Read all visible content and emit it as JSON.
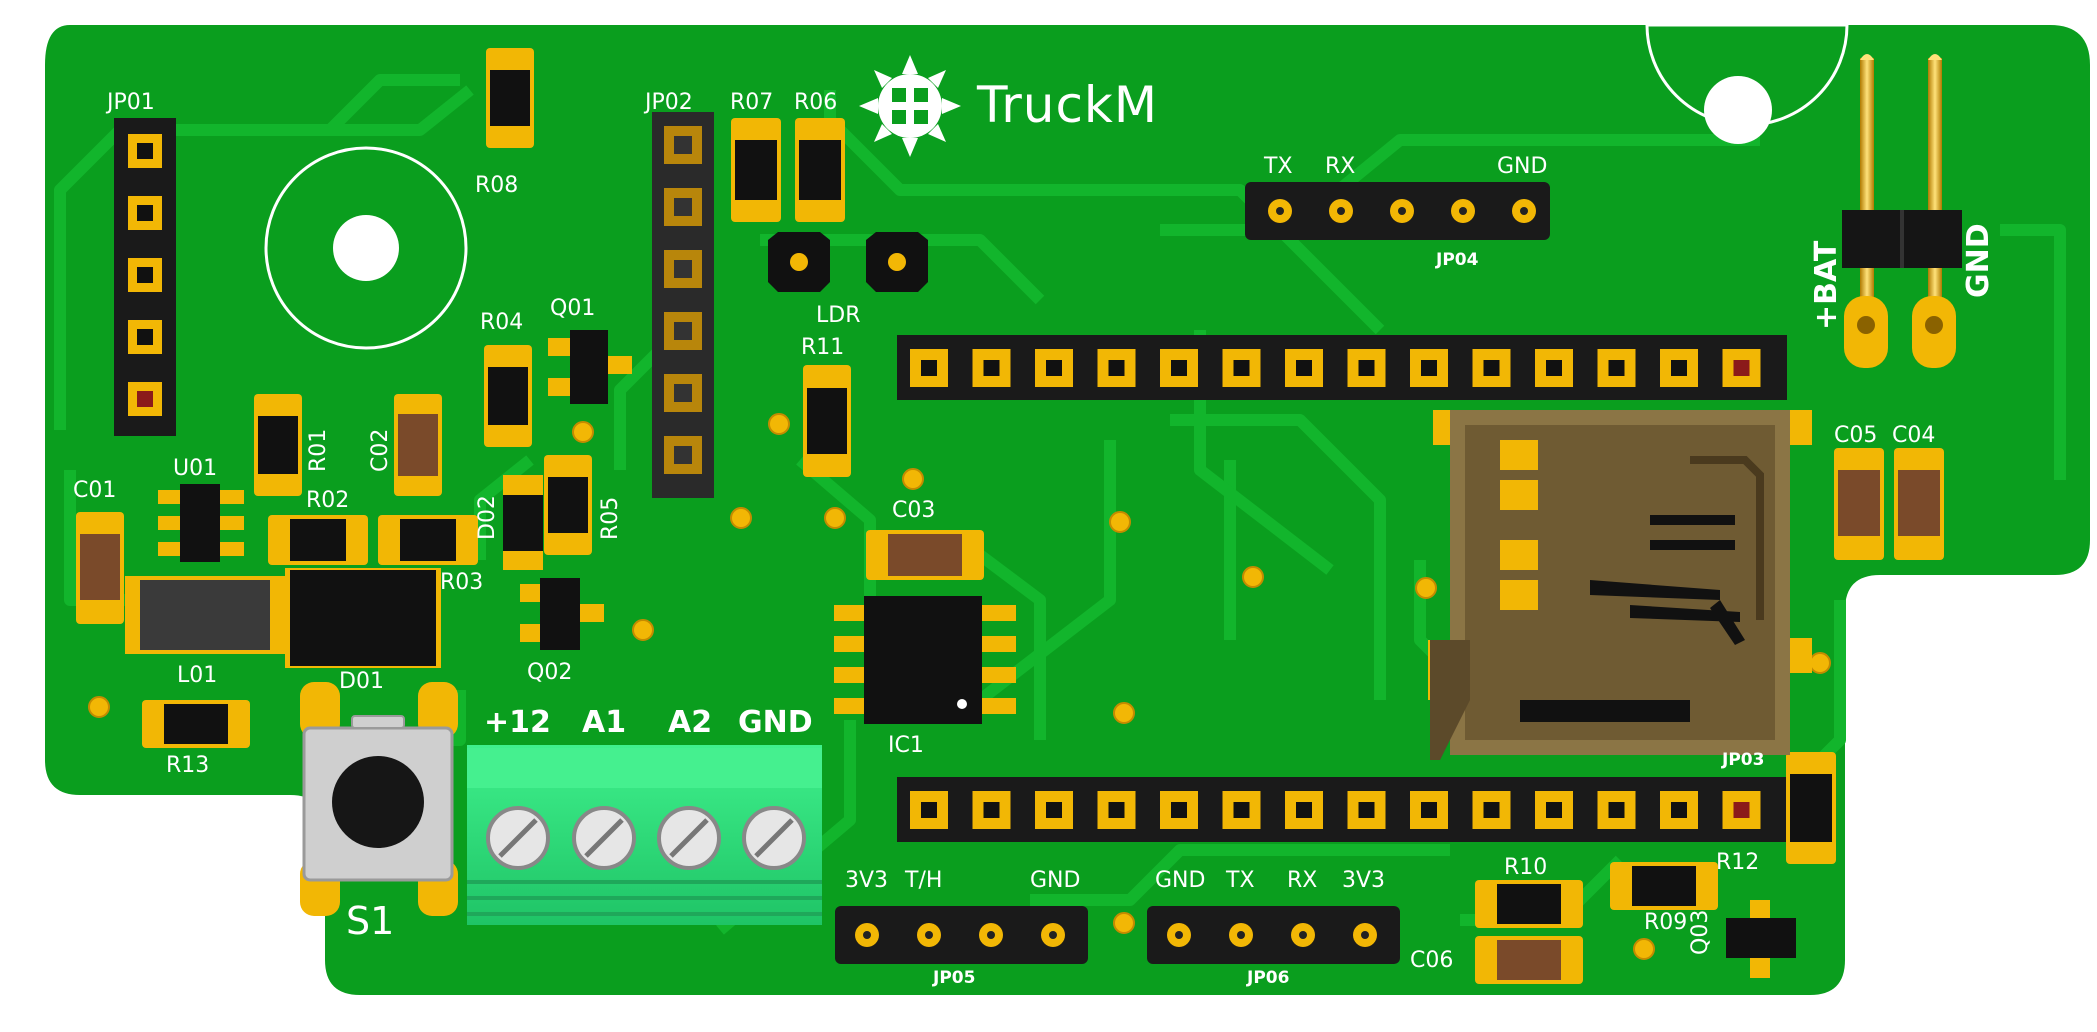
{
  "logo": {
    "text": "TruckM",
    "icon": "truckm-logo-icon"
  },
  "connectors": {
    "jp01": "JP01",
    "jp02": "JP02",
    "jp03": "JP03",
    "jp04": {
      "ref": "JP04",
      "pins": [
        "TX",
        "RX",
        "GND"
      ]
    },
    "jp05": {
      "ref": "JP05",
      "pins": [
        "3V3",
        "T/H",
        "GND"
      ]
    },
    "jp06": {
      "ref": "JP06",
      "pins": [
        "GND",
        "TX",
        "RX",
        "3V3"
      ]
    },
    "terminal": {
      "pins": [
        "+12",
        "A1",
        "A2",
        "GND"
      ]
    },
    "battery": {
      "plus": "+BAT",
      "gnd": "GND"
    }
  },
  "components": {
    "R01": "R01",
    "R02": "R02",
    "R03": "R03",
    "R04": "R04",
    "R05": "R05",
    "R06": "R06",
    "R07": "R07",
    "R08": "R08",
    "R09": "R09",
    "R10": "R10",
    "R11": "R11",
    "R12": "R12",
    "R13": "R13",
    "C01": "C01",
    "C02": "C02",
    "C03": "C03",
    "C04": "C04",
    "C05": "C05",
    "C06": "C06",
    "Q01": "Q01",
    "Q02": "Q02",
    "Q03": "Q03",
    "D01": "D01",
    "D02": "D02",
    "U01": "U01",
    "IC1": "IC1",
    "L01": "L01",
    "LDR": "LDR",
    "S1": "S1"
  },
  "colors": {
    "board": "#0a9e1e",
    "trace": "#0fb52a",
    "silkscreen": "#ffffff",
    "pad": "#f2b705",
    "terminal": "#2ee07a"
  }
}
